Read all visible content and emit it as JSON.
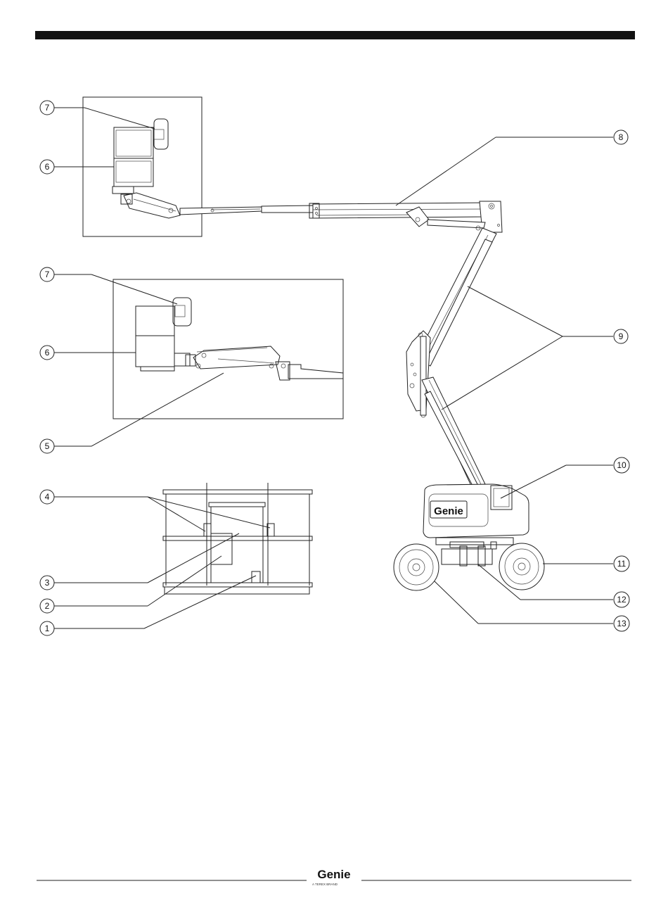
{
  "callouts": [
    {
      "id": "c1",
      "label": "1"
    },
    {
      "id": "c2",
      "label": "2"
    },
    {
      "id": "c3",
      "label": "3"
    },
    {
      "id": "c4",
      "label": "4"
    },
    {
      "id": "c5",
      "label": "5"
    },
    {
      "id": "c6a",
      "label": "6"
    },
    {
      "id": "c6b",
      "label": "6"
    },
    {
      "id": "c7a",
      "label": "7"
    },
    {
      "id": "c7b",
      "label": "7"
    },
    {
      "id": "c8",
      "label": "8"
    },
    {
      "id": "c9",
      "label": "9"
    },
    {
      "id": "c10",
      "label": "10"
    },
    {
      "id": "c11",
      "label": "11"
    },
    {
      "id": "c12",
      "label": "12"
    },
    {
      "id": "c13",
      "label": "13"
    }
  ],
  "machine_logo": "Genie",
  "footer": {
    "logo": "Genie",
    "tagline": "A TEREX BRAND"
  }
}
